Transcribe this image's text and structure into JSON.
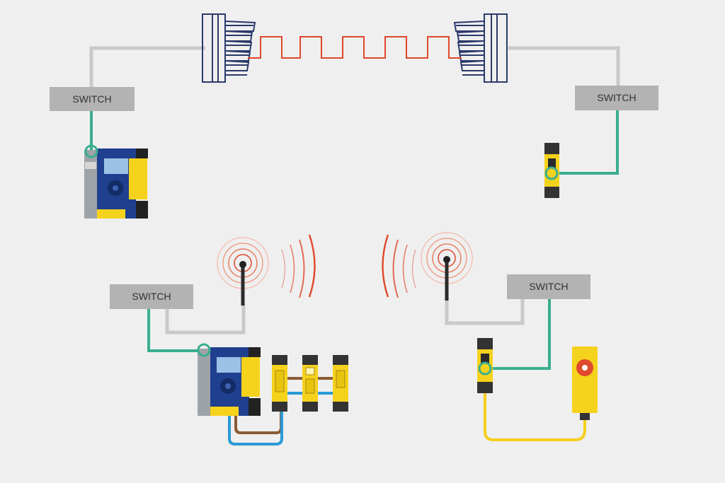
{
  "colors": {
    "background": "#efefef",
    "switch_box": "#b3b3b3",
    "gray_cable": "#c9c9c9",
    "ethernet": "#3aae8f",
    "signal": "#e0472b",
    "fiber": "#2b3a6b",
    "controller_blue": "#1f3f8f",
    "module_yellow": "#f5d21c",
    "brown_cable": "#8b5a33",
    "blue_cable": "#2a9ad6",
    "yellow_cable": "#f6cf1d",
    "estop_red": "#e04a2c"
  },
  "switches": {
    "top_left": "SWITCH",
    "top_right": "SWITCH",
    "bottom_left": "SWITCH",
    "bottom_right": "SWITCH"
  },
  "icons": [
    "fiber-connector-icon",
    "square-wave-signal-icon",
    "antenna-icon",
    "wireless-waves-icon",
    "emergency-stop-button-icon"
  ]
}
